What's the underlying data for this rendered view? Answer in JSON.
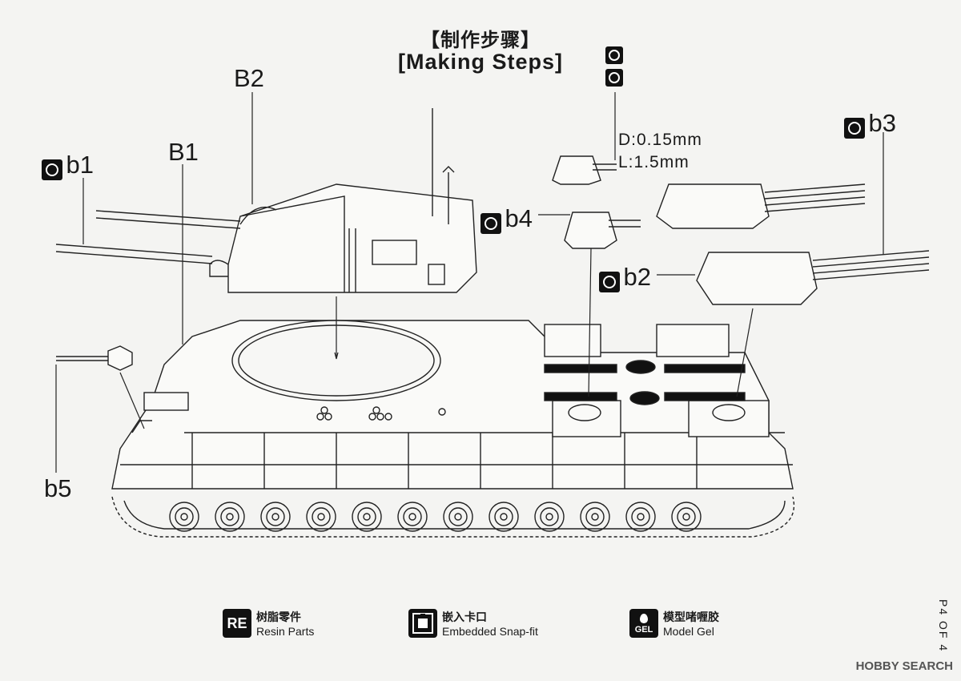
{
  "title": {
    "cn": "【制作步骤】",
    "en": "[Making Steps]"
  },
  "callouts": {
    "b1": "b1",
    "B1": "B1",
    "B2": "B2",
    "b2": "b2",
    "b3": "b3",
    "b4": "b4",
    "b5": "b5"
  },
  "drill_note": {
    "diameter": "D:0.15mm",
    "length": "L:1.5mm"
  },
  "legend": [
    {
      "icon": "RE",
      "cn": "树脂零件",
      "en": "Resin Parts"
    },
    {
      "icon": "snap-fit-icon",
      "cn": "嵌入卡口",
      "en": "Embedded Snap-fit"
    },
    {
      "icon": "GEL",
      "cn": "模型啫喱胶",
      "en": "Model Gel"
    }
  ],
  "page": "P4 OF 4",
  "watermark": "HOBBY SEARCH"
}
